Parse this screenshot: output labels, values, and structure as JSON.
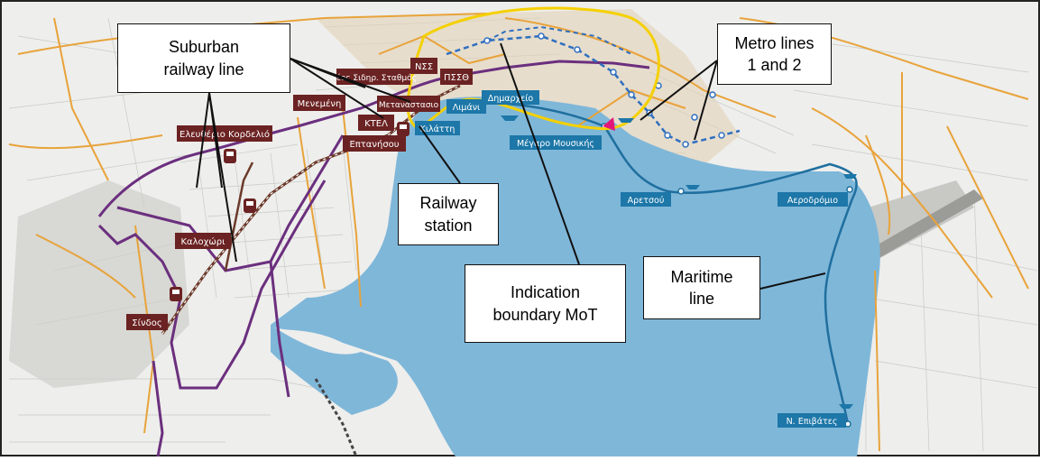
{
  "colors": {
    "sea": "#7fb7d9",
    "land": "#eeeeec",
    "urban": "#d8d8d4",
    "road": "#e8a33a",
    "suburban": "#6b2f7e",
    "railway": "#6b3a2a",
    "metro": "#2f6fc0",
    "maritime": "#1f6f9f",
    "boundary": "#f5d000",
    "station_label": "#6b2222",
    "stop_label": "#1d77a8"
  },
  "callouts": {
    "suburban": "Suburban\nrailway line",
    "metro": "Metro lines\n1 and 2",
    "railway_station": "Railway\nstation",
    "boundary": "Indication\nboundary MoT",
    "maritime": "Maritime\nline"
  },
  "rail_labels": {
    "neo_sidirodromiko": "Νέος Σιδηρ. Σταθμός",
    "menemeni": "Μενεμένη",
    "eleftherio": "Ελευθέριο Κορδελιό",
    "ktel": "ΚΤΕΛ",
    "kalochori": "Καλοχώρι",
    "sindos": "Σίνδος",
    "epanisou": "Επτανήσου",
    "metanastasio": "Μετανάστασιο",
    "nss": "ΝΣΣ",
    "psstth": "ΠΣΣΘ"
  },
  "stop_labels": {
    "kiolatti": "Κιλάττη",
    "limani": "Λιμάνι",
    "dimarxeio": "Δημαρχείο",
    "megaro": "Μέγαρο Μουσικής",
    "aretsou": "Αρετσού",
    "aerodromio": "Αεροδρόμιο",
    "epivates": "Ν. Επιβάτες"
  },
  "icons": [
    "train-icon",
    "ferry-icon"
  ]
}
